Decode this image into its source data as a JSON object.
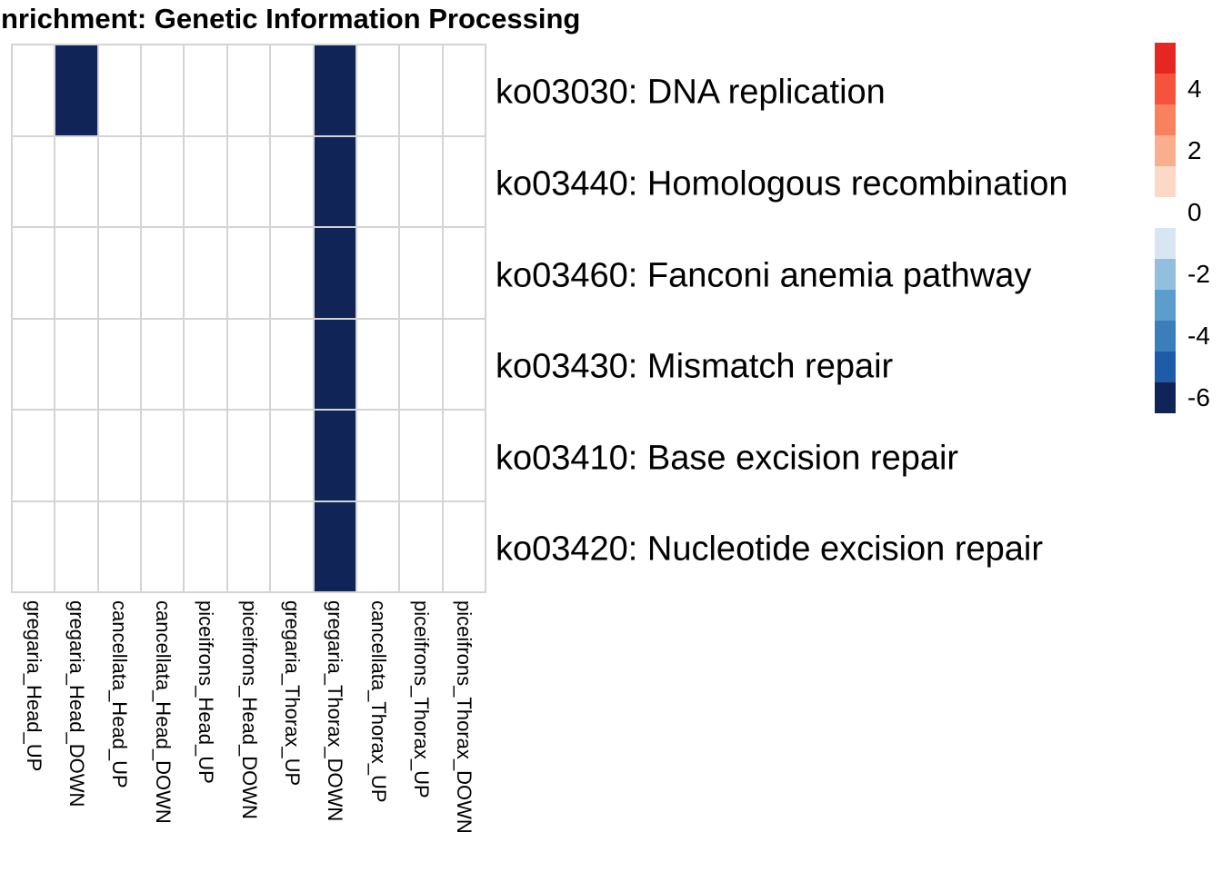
{
  "title": "nrichment: Genetic Information Processing",
  "chart_data": {
    "type": "heatmap",
    "title": "nrichment: Genetic Information Processing",
    "columns": [
      "gregaria_Head_UP",
      "gregaria_Head_DOWN",
      "cancellata_Head_UP",
      "cancellata_Head_DOWN",
      "piceifrons_Head_UP",
      "piceifrons_Head_DOWN",
      "gregaria_Thorax_UP",
      "gregaria_Thorax_DOWN",
      "cancellata_Thorax_UP",
      "piceifrons_Thorax_UP",
      "piceifrons_Thorax_DOWN"
    ],
    "rows": [
      "ko03030: DNA replication",
      "ko03440: Homologous recombination",
      "ko03460: Fanconi anemia pathway",
      "ko03430: Mismatch repair",
      "ko03410: Base excision repair",
      "ko03420: Nucleotide excision repair"
    ],
    "matrix": [
      [
        null,
        -6,
        null,
        null,
        null,
        null,
        null,
        -6,
        null,
        null,
        null
      ],
      [
        null,
        null,
        null,
        null,
        null,
        null,
        null,
        -6,
        null,
        null,
        null
      ],
      [
        null,
        null,
        null,
        null,
        null,
        null,
        null,
        -6,
        null,
        null,
        null
      ],
      [
        null,
        null,
        null,
        null,
        null,
        null,
        null,
        -6,
        null,
        null,
        null
      ],
      [
        null,
        null,
        null,
        null,
        null,
        null,
        null,
        -6,
        null,
        null,
        null
      ],
      [
        null,
        null,
        null,
        null,
        null,
        null,
        null,
        -6,
        null,
        null,
        null
      ]
    ],
    "colors": {
      "cell_empty": "#ffffff",
      "grid_line": "#d4d4d4",
      "darkest_cell": "#102458"
    },
    "legend": {
      "position": "right",
      "blocks": [
        {
          "value": 5,
          "color": "#e52622"
        },
        {
          "value": 4,
          "color": "#f6533c"
        },
        {
          "value": 3,
          "color": "#f8815e"
        },
        {
          "value": 2,
          "color": "#f9ae8d"
        },
        {
          "value": 1,
          "color": "#fcd9c7"
        },
        {
          "value": 0,
          "color": "#ffffff"
        },
        {
          "value": -1,
          "color": "#d8e5f2"
        },
        {
          "value": -2,
          "color": "#92bfdd"
        },
        {
          "value": -3,
          "color": "#5b9ecb"
        },
        {
          "value": -4,
          "color": "#3a7fba"
        },
        {
          "value": -5,
          "color": "#1f5ca8"
        },
        {
          "value": -6,
          "color": "#102458"
        }
      ],
      "ticks": [
        4,
        2,
        0,
        -2,
        -4,
        -6
      ]
    }
  }
}
